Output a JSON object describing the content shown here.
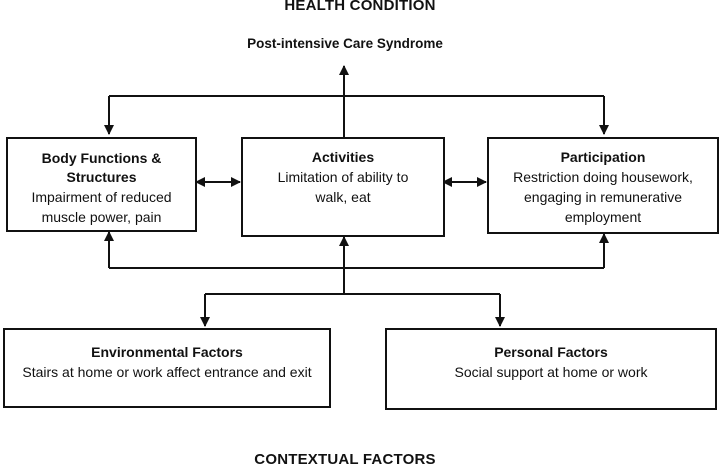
{
  "health_condition": {
    "heading": "HEALTH CONDITION",
    "condition": "Post-intensive Care Syndrome"
  },
  "boxes": {
    "body_functions": {
      "title_line1": "Body Functions &",
      "title_line2": "Structures",
      "text": "Impairment of reduced muscle power, pain"
    },
    "activities": {
      "title": "Activities",
      "text": "Limitation of ability to walk, eat"
    },
    "participation": {
      "title": "Participation",
      "text": "Restriction doing housework, engaging in remunerative employment"
    },
    "environmental": {
      "title": "Environmental Factors",
      "text": "Stairs at home or work affect entrance and exit"
    },
    "personal": {
      "title": "Personal Factors",
      "text": "Social support at home or work"
    }
  },
  "contextual_factors": {
    "heading": "CONTEXTUAL FACTORS"
  }
}
